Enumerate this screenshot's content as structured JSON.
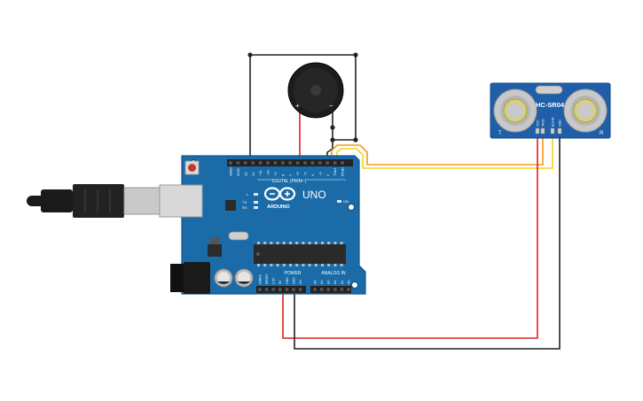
{
  "board": {
    "brand": "ARDUINO",
    "model": "UNO",
    "digital_header": "DIGITAL (PWM~)",
    "power_header": "POWER",
    "analog_header": "ANALOG IN",
    "on_label": "ON",
    "tx_label": "TX",
    "rx_label": "RX",
    "l_label": "L",
    "digital_pins": [
      "AREF",
      "GND",
      "13",
      "12",
      "~11",
      "~10",
      "~9",
      "8",
      "7",
      "~6",
      "~5",
      "4",
      "~3",
      "2",
      "TX▸1",
      "RX◂0"
    ],
    "power_pins": [
      "IOREF",
      "RESET",
      "3.3V",
      "5V",
      "GND",
      "GND",
      "Vin"
    ],
    "analog_pins": [
      "A0",
      "A1",
      "A2",
      "A3",
      "A4",
      "A5"
    ]
  },
  "sensor": {
    "model": "HC-SR04",
    "pins": [
      "VCC",
      "TRIG",
      "ECHO",
      "GND"
    ],
    "left_mark": "T",
    "right_mark": "R"
  },
  "buzzer": {
    "plus": "+",
    "minus": "−"
  },
  "colors": {
    "board": "#1a6ba8",
    "board_dark": "#14568a",
    "header": "#222222",
    "wire_black": "#222222",
    "wire_red": "#e02020",
    "wire_orange": "#f59a1c",
    "wire_yellow": "#f5d21c",
    "sensor_board": "#1f5fa8",
    "transducer": "#c8c8c8"
  }
}
